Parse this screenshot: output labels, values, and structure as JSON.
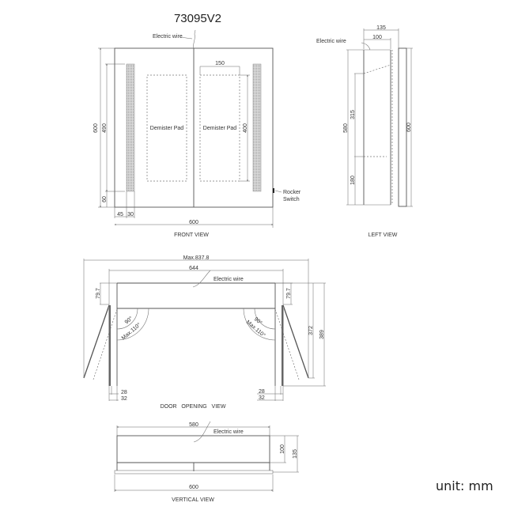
{
  "title": "73095V2",
  "unit_label": "unit: mm",
  "front_view": {
    "label": "FRONT VIEW",
    "electric_wire": "Electric wire",
    "demister_left": "Demister Pad",
    "demister_right": "Demister Pad",
    "rocker_switch_line1": "Rocker",
    "rocker_switch_line2": "Switch",
    "dims": {
      "height_total": "600",
      "led_height": "490",
      "led_bottom_offset": "60",
      "led_side_offset": "45",
      "led_width": "30",
      "width_total": "600",
      "pad_width": "150",
      "pad_height": "400"
    }
  },
  "left_view": {
    "label": "LEFT VIEW",
    "electric_wire": "Electric wire",
    "dims": {
      "depth_total": "135",
      "body_depth": "100",
      "body_height": "580",
      "shelf_upper": "315",
      "shelf_lower": "180",
      "door_height": "600"
    }
  },
  "door_opening_view": {
    "label": "DOOR   OPENING   VIEW",
    "electric_wire": "Electric wire",
    "dims": {
      "max_width": "Max.837.8",
      "cabinet_width": "644",
      "left_offset": "79.7",
      "right_offset": "79.7",
      "angle_90_left": "90°",
      "angle_max_left": "Max.110°",
      "angle_90_right": "90°",
      "angle_max_right": "Max.110°",
      "swing_372": "372",
      "swing_389": "389",
      "left_28": "28",
      "left_32": "32",
      "right_28": "28",
      "right_32": "32"
    }
  },
  "vertical_view": {
    "label": "VERTICAL VIEW",
    "electric_wire": "Electric wire",
    "dims": {
      "body_width": "580",
      "body_depth": "100",
      "total_depth": "135",
      "door_width": "600"
    }
  }
}
